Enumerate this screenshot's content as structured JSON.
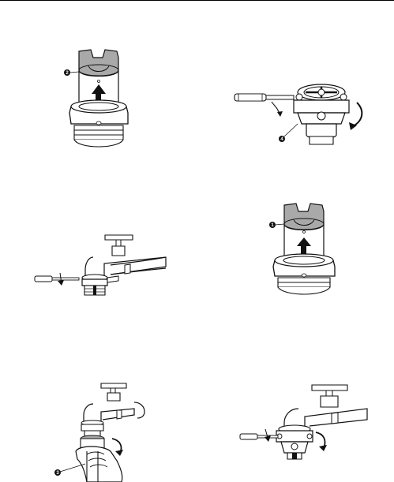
{
  "figure": {
    "callouts": {
      "panel1": "2",
      "panel2": "4",
      "panel4": "1",
      "panel5": "3"
    }
  },
  "colors": {
    "line": "#111111",
    "gray": "#a9a9a9",
    "white": "#ffffff"
  },
  "icons": {
    "arrow_up": "arrow-up-icon",
    "rotate": "rotate-arrow-icon",
    "screwdriver": "screwdriver-icon"
  }
}
